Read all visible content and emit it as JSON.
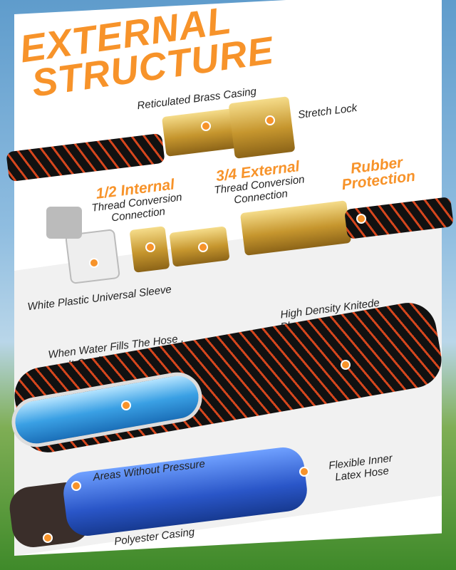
{
  "title": {
    "line1": "EXTERNAL",
    "line2": "STRUCTURE"
  },
  "labels": {
    "brass_casing": "Reticulated Brass Casing",
    "stretch_lock": "Stretch Lock",
    "half_internal_title": "1/2 Internal",
    "half_internal_desc1": "Thread Conversion",
    "half_internal_desc2": "Connection",
    "three_quarter_title": "3/4 External",
    "three_quarter_desc1": "Thread Conversion",
    "three_quarter_desc2": "Connection",
    "rubber_line1": "Rubber",
    "rubber_line2": "Protection",
    "white_sleeve": "White Plastic Universal Sleeve",
    "fabric_line1": "High Density Knitede",
    "fabric_line2": "Plyester Cover Fabric",
    "water_line1": "When Water Fills The Hose ,",
    "water_line2": "It Gradually Expands",
    "no_pressure": "Areas Without Pressure",
    "inner_line1": "Flexible Inner",
    "inner_line2": "Latex Hose",
    "polyester_casing": "Polyester Casing"
  },
  "colors": {
    "accent": "#f7932a",
    "hose_stripe": "#d6461d",
    "inner_hose": "#2a56c8"
  }
}
